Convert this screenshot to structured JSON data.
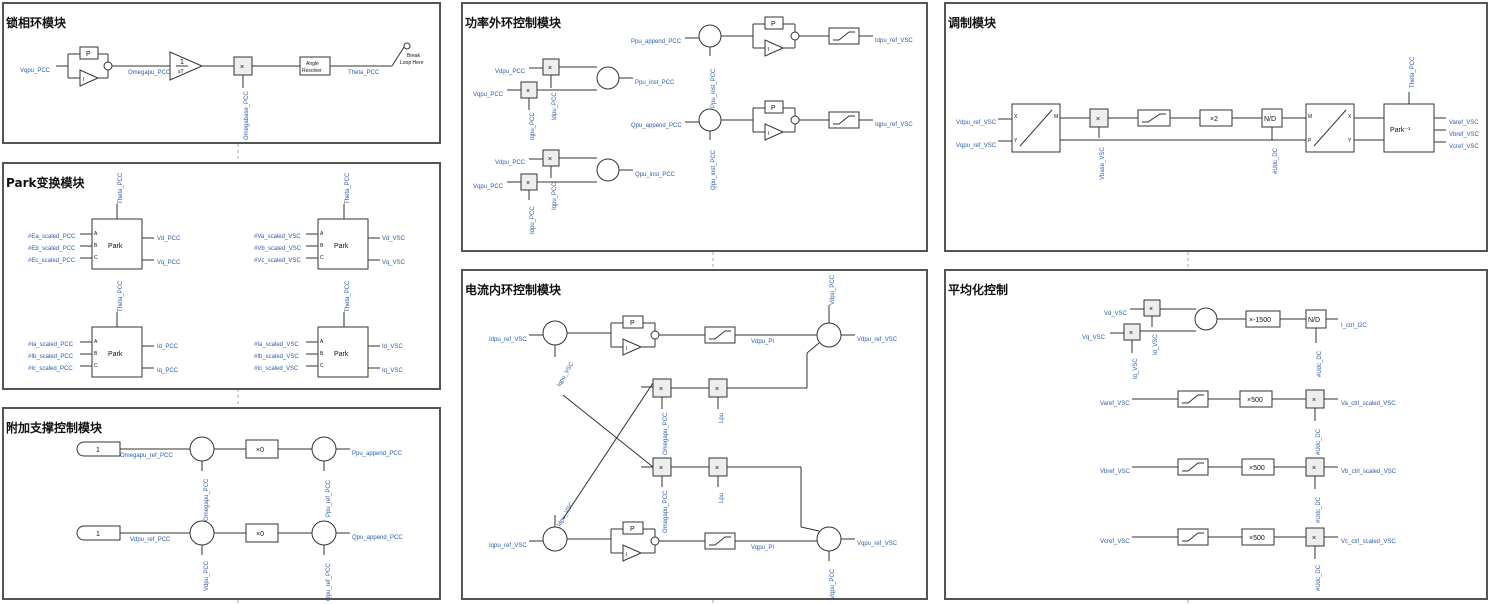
{
  "panels": {
    "pll": {
      "title": "锁相环模块",
      "input": "Vqpu_PCC",
      "omega": "Omegapu_PCC",
      "omega_base": "Omegabase_PCC",
      "theta": "Theta_PCC",
      "p": "P",
      "i": "I",
      "integ_num": "1",
      "integ_den": "sT",
      "angle_resolver_1": "Angle",
      "angle_resolver_2": "Resolver",
      "break_1": "Break",
      "break_2": "Loop Here"
    },
    "park": {
      "title": "Park变换模块",
      "theta": "Theta_PCC",
      "block": "Park",
      "pins": [
        "A",
        "B",
        "C"
      ],
      "b1_in": [
        "#Ea_scaled_PCC",
        "#Eb_scaled_PCC",
        "#Ec_scaled_PCC"
      ],
      "b1_out": [
        "Vd_PCC",
        "Vq_PCC"
      ],
      "b2_in": [
        "#Va_scaled_VSC",
        "#Vb_scaled_VSC",
        "#Vc_scaled_VSC"
      ],
      "b2_out": [
        "Vd_VSC",
        "Vq_VSC"
      ],
      "b3_in": [
        "#Ia_scaled_PCC",
        "#Ib_scaled_PCC",
        "#Ic_scaled_PCC"
      ],
      "b3_out": [
        "Id_PCC",
        "Iq_PCC"
      ],
      "b4_in": [
        "#Ia_scaled_VSC",
        "#Ib_scaled_VSC",
        "#Ic_scaled_VSC"
      ],
      "b4_out": [
        "Id_VSC",
        "Iq_VSC"
      ]
    },
    "aux": {
      "title": "附加支撑控制模块",
      "const1": "1",
      "const2": "1",
      "omega_ref": "Omegapu_ref_PCC",
      "omega_pu": "Omegapu_PCC",
      "gain": "×0",
      "pref": "Ppu_ref_PCC",
      "pappend": "Ppu_append_PCC",
      "vdref": "Vdpu_ref_PCC",
      "vdpu": "Vdpu_PCC",
      "qref": "Qpu_ref_PCC",
      "qappend": "Qpu_append_PCC"
    },
    "power": {
      "title": "功率外环控制模块",
      "vdpu": "Vdpu_PCC",
      "vqpu": "Vqpu_PCC",
      "idpu": "Idpu_PCC",
      "iqpu": "Iqpu_PCC",
      "pinst": "Ppu_inst_PCC",
      "qinst": "Qpu_inst_PCC",
      "pappend": "Ppu_append_PCC",
      "qappend": "Qpu_append_PCC",
      "idref": "Idpu_ref_VSC",
      "iqref": "Iqpu_ref_VSC",
      "p": "P",
      "i": "I"
    },
    "current": {
      "title": "电流内环控制模块",
      "idref": "Idpu_ref_VSC",
      "iqref": "Iqpu_ref_VSC",
      "idpu": "Idpu_VSC",
      "iqpu": "Iqpu_VSC",
      "vdpi": "Vdpu_PI",
      "vqpi": "Vqpu_PI",
      "omega": "Omegapu_PCC",
      "lpu": "Lpu",
      "vdpcc": "Vdpu_PCC",
      "vqpcc": "Vqpu_PCC",
      "vdref": "Vdpu_ref_VSC",
      "vqref": "Vqpu_ref_VSC",
      "p": "P",
      "i": "I"
    },
    "modulation": {
      "title": "调制模块",
      "vd_in": "Vdpu_ref_VSC",
      "vq_in": "Vqpu_ref_VSC",
      "vbase": "Vbase_VSC",
      "udc": "#Udc_DC",
      "theta": "Theta_PCC",
      "gain": "×2",
      "nd": "N/D",
      "park_inv": "Park⁻¹",
      "out": [
        "Varef_VSC",
        "Vbref_VSC",
        "Vcref_VSC"
      ]
    },
    "balance": {
      "title": "平均化控制",
      "vd": "Vd_VSC",
      "vq": "Vq_VSC",
      "id": "Id_VSC",
      "iq": "Iq_VSC",
      "gain1": "×-1500",
      "nd": "N/D",
      "idc": "I_ctrl_I2C",
      "udc": "#Udc_DC",
      "varef": "Varef_VSC",
      "vbref": "Vbref_VSC",
      "vcref": "Vcref_VSC",
      "gain2": "×500",
      "va_out": "Va_ctrl_scaled_VSC",
      "vb_out": "Vb_ctrl_scaled_VSC",
      "vc_out": "Vc_ctrl_scaled_VSC"
    }
  }
}
